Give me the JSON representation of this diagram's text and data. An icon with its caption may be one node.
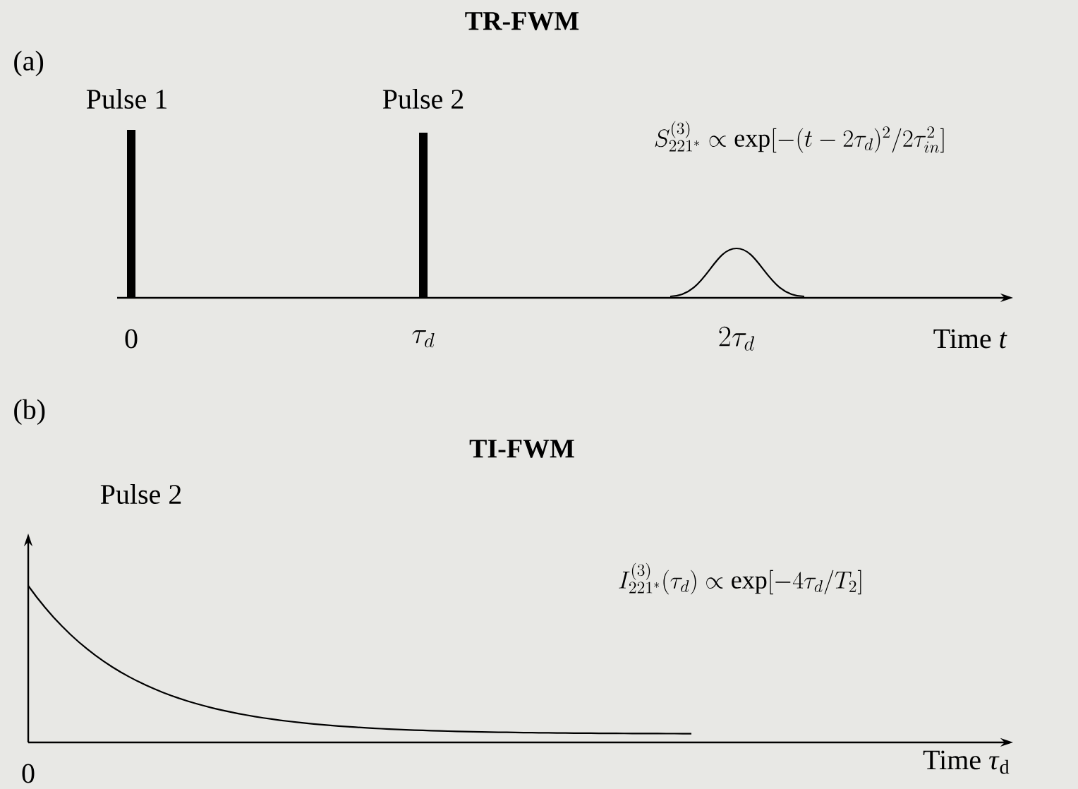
{
  "diagram": {
    "labels": [
      "(a)",
      "TR-FWM",
      "Pulse 1",
      "Pulse 2",
      "S^{(3)}_{221^*} \\propto \\exp[-(t-2\\tau_d)^2/2\\tau_{in}^2]",
      "0",
      "\\tau_d",
      "2\\tau_d",
      "Time *t*",
      "(b)",
      "TI-FWM",
      "Pulse 2",
      "I^{(3)}_{221^*}(\\tau_d) \\propto \\exp[-4\\tau_d/T_2]",
      "0",
      "Time *τ*$_{d}$"
    ]
  }
}
